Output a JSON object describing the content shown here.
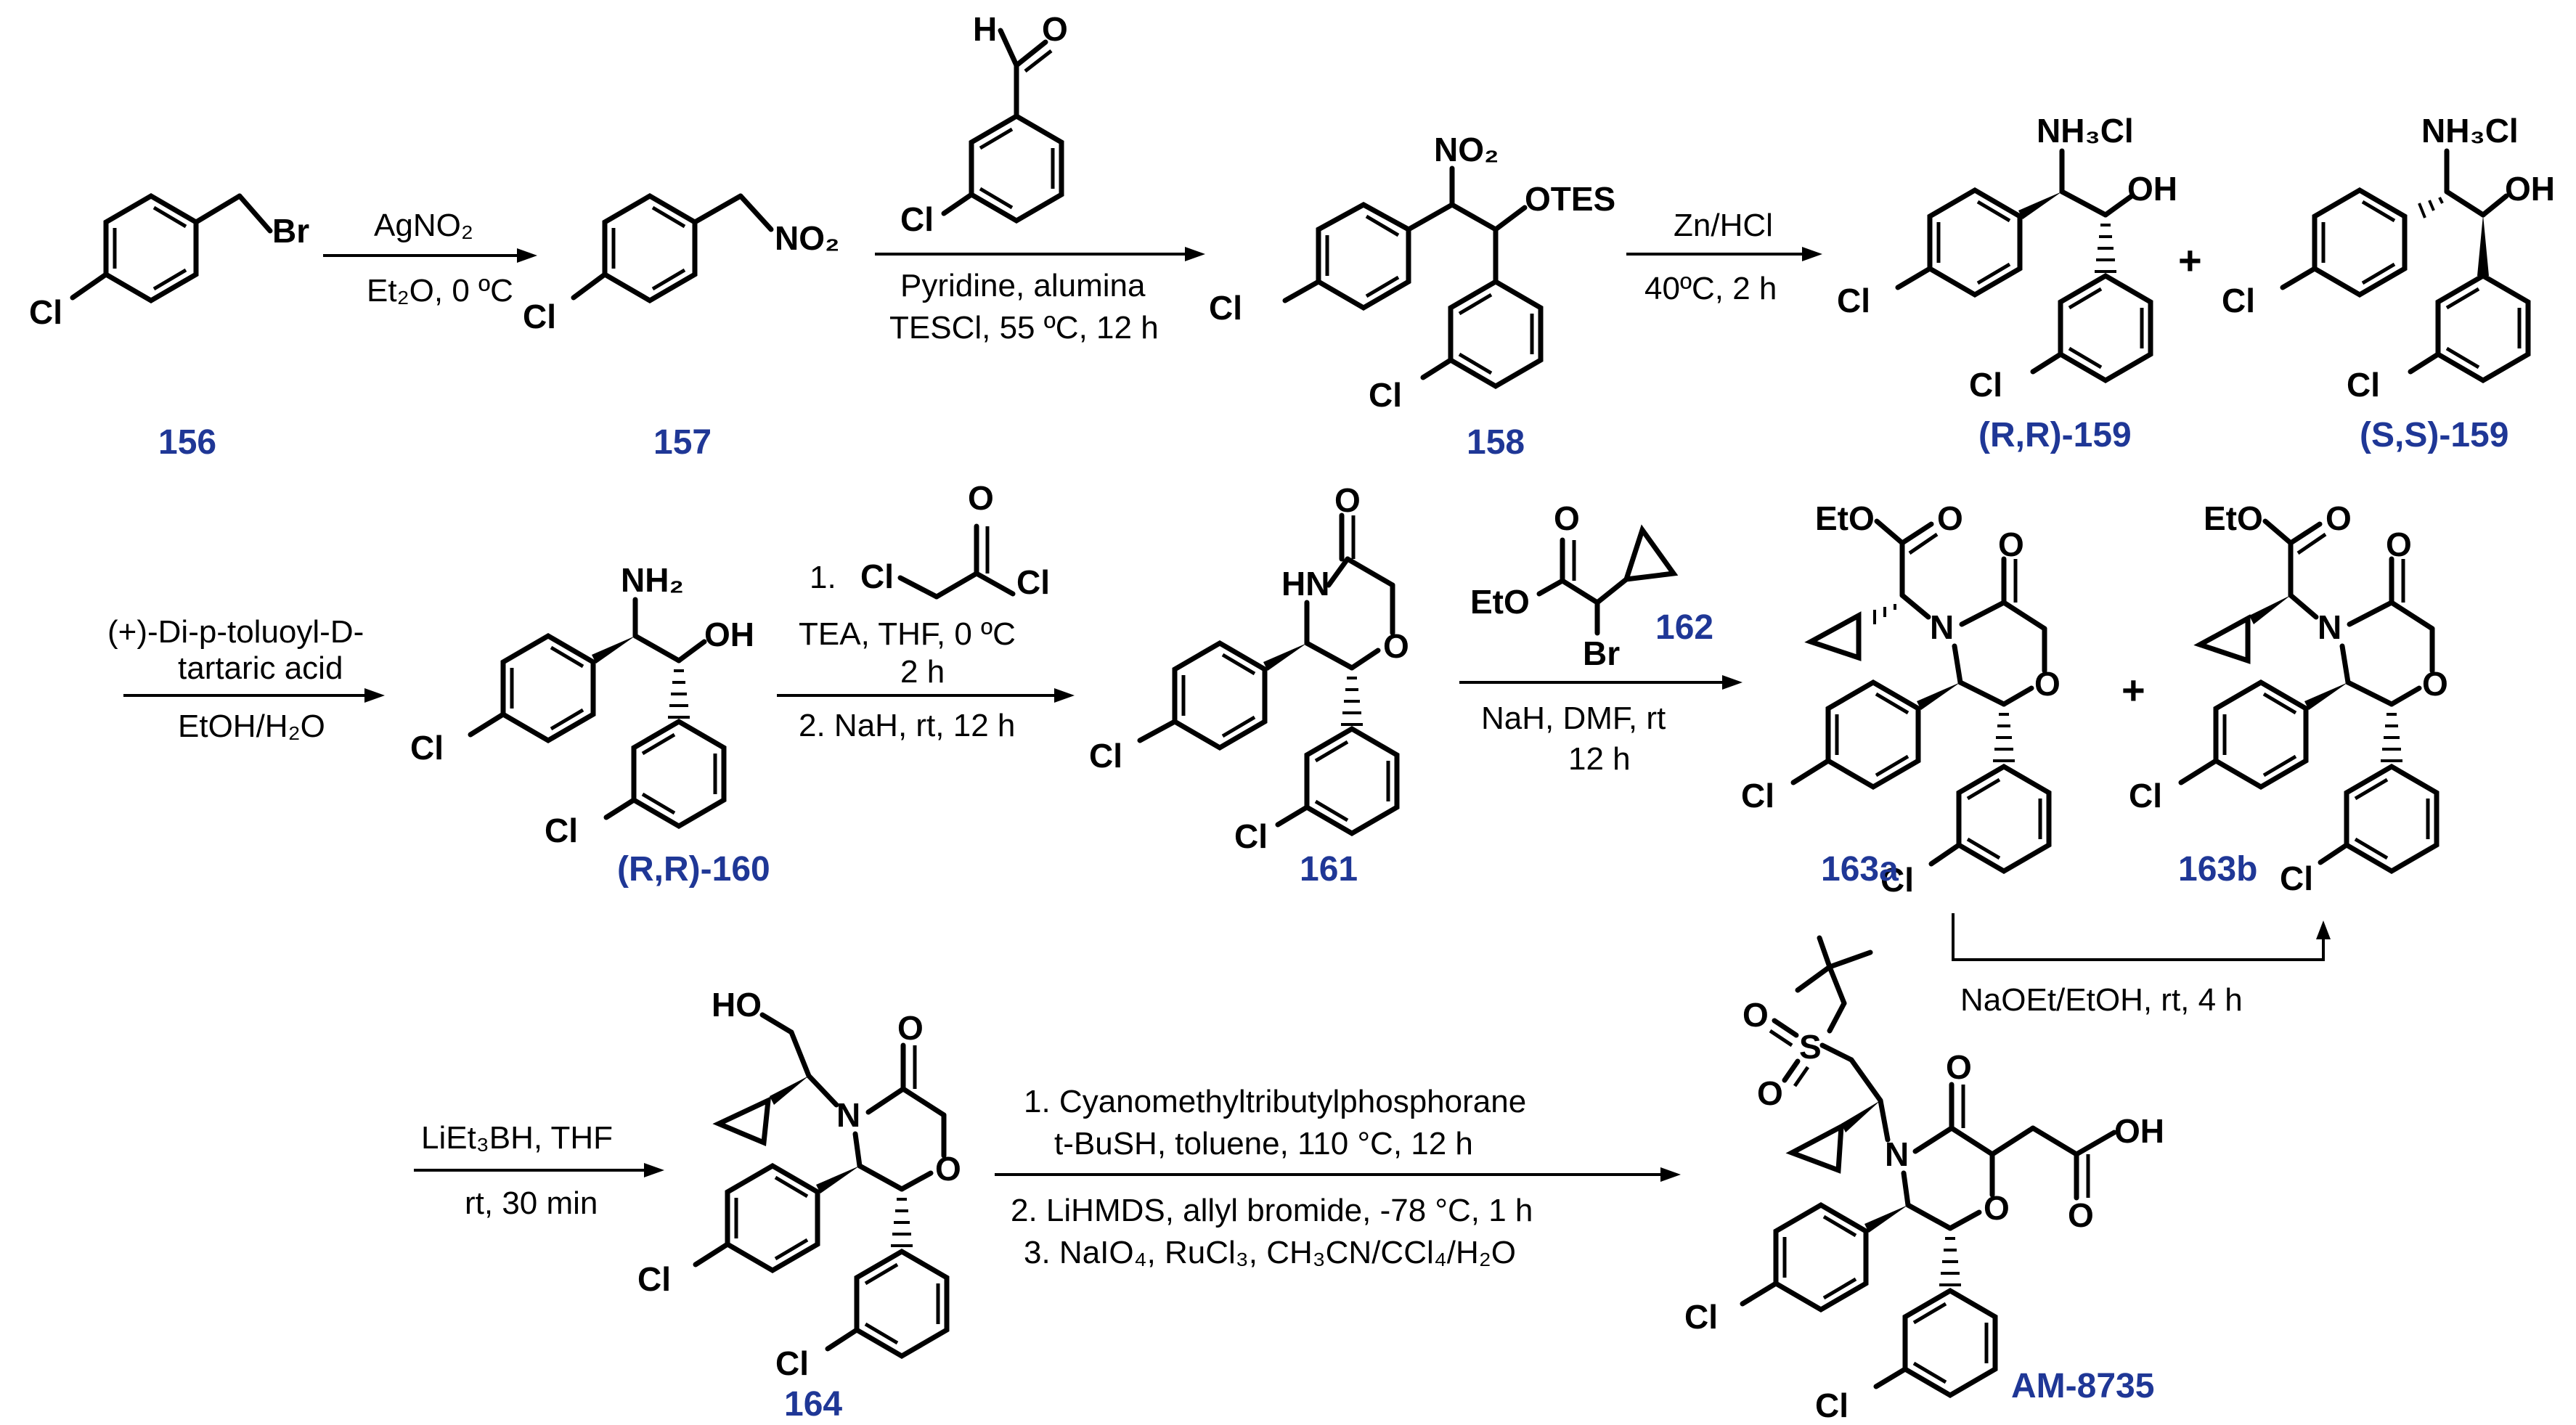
{
  "compounds": {
    "c156": "156",
    "c157": "157",
    "c158": "158",
    "c159rr": "(R,R)-159",
    "c159ss": "(S,S)-159",
    "c160": "(R,R)-160",
    "c161": "161",
    "c162": "162",
    "c163a": "163a",
    "c163b": "163b",
    "c164": "164",
    "am": "AM-8735"
  },
  "atoms": {
    "cl": "Cl",
    "br": "Br",
    "no2": "NO₂",
    "otes": "OTES",
    "nh3cl": "NH₃Cl",
    "oh": "OH",
    "nh2": "NH₂",
    "hn": "HN",
    "n": "N",
    "o": "O",
    "eto": "EtO",
    "h": "H",
    "s": "S",
    "ho": "HO"
  },
  "conditions": {
    "s1_top": "AgNO₂",
    "s1_bottom": "Et₂O, 0 ºC",
    "s2_top": "Pyridine, alumina",
    "s2_bottom": "TESCl, 55 ºC, 12 h",
    "s3_top": "Zn/HCl",
    "s3_bottom": "40ºC, 2 h",
    "s4_line1": "(+)-Di-p-toluoyl-D-",
    "s4_line2": "tartaric acid",
    "s4_line3": "EtOH/H₂O",
    "s5_line1": "1.",
    "s5_line2": "TEA, THF, 0 ºC",
    "s5_line3": "2 h",
    "s5_line4": "2. NaH, rt, 12 h",
    "s6_line1": "NaH, DMF, rt",
    "s6_line2": "12 h",
    "s7": "NaOEt/EtOH, rt, 4 h",
    "s8_line1": "LiEt₃BH, THF",
    "s8_line2": "rt, 30 min",
    "s9_line1": "1. Cyanomethyltributylphosphorane",
    "s9_line2": "t-BuSH, toluene, 110 °C, 12 h",
    "s9_line3": "2.  LiHMDS, allyl bromide, -78 °C, 1 h",
    "s9_line4": "3. NaIO₄, RuCl₃, CH₃CN/CCl₄/H₂O"
  },
  "plus_sign": "+",
  "colors": {
    "compound_label": "#1f3796",
    "structure": "#000000"
  }
}
